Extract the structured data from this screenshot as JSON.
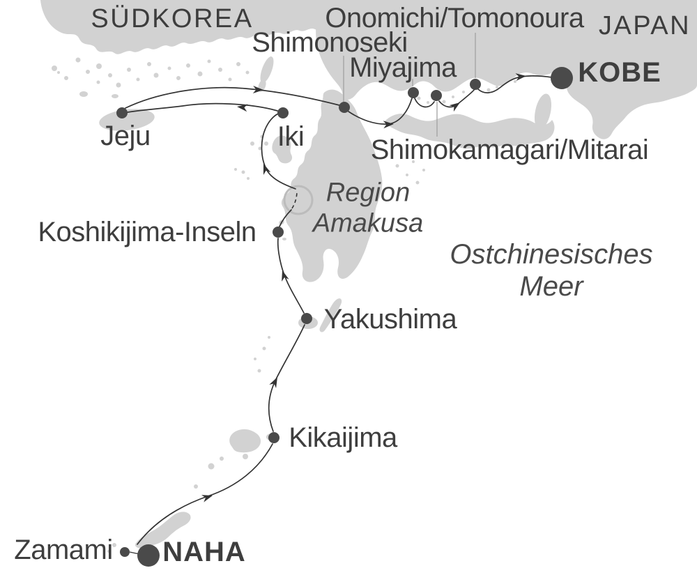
{
  "regions": {
    "southkorea": "SÜDKOREA",
    "japan": "JAPAN"
  },
  "sea": {
    "line1": "Ostchinesisches",
    "line2": "Meer"
  },
  "scenic": {
    "line1": "Region",
    "line2": "Amakusa"
  },
  "ports": {
    "jeju": {
      "label": "Jeju"
    },
    "iki": {
      "label": "Iki"
    },
    "shimonoseki": {
      "label": "Shimonoseki"
    },
    "miyajima": {
      "label": "Miyajima"
    },
    "onomichi": {
      "label": "Onomichi/Tomonoura"
    },
    "shimokamagari": {
      "label": "Shimokamagari/Mitarai"
    },
    "kobe": {
      "label": "KOBE",
      "marker": "large"
    },
    "koshikijima": {
      "label": "Koshikijima-Inseln"
    },
    "yakushima": {
      "label": "Yakushima"
    },
    "kikaijima": {
      "label": "Kikaijima"
    },
    "zamami": {
      "label": "Zamami"
    },
    "naha": {
      "label": "NAHA",
      "marker": "large"
    }
  },
  "route_order": [
    "Zamami",
    "NAHA",
    "Kikaijima",
    "Yakushima",
    "Koshikijima-Inseln",
    "Region Amakusa",
    "Iki",
    "Jeju",
    "Shimonoseki",
    "Miyajima",
    "Shimokamagari/Mitarai",
    "Onomichi/Tomonoura",
    "KOBE"
  ],
  "colors": {
    "sea": "#ffffff",
    "land": "#d2d2d2",
    "route": "#333333",
    "dot": "#4a4a4a",
    "label": "#3e3e3e",
    "leader": "#a0a0a0",
    "ring": "#bcbcbc"
  }
}
